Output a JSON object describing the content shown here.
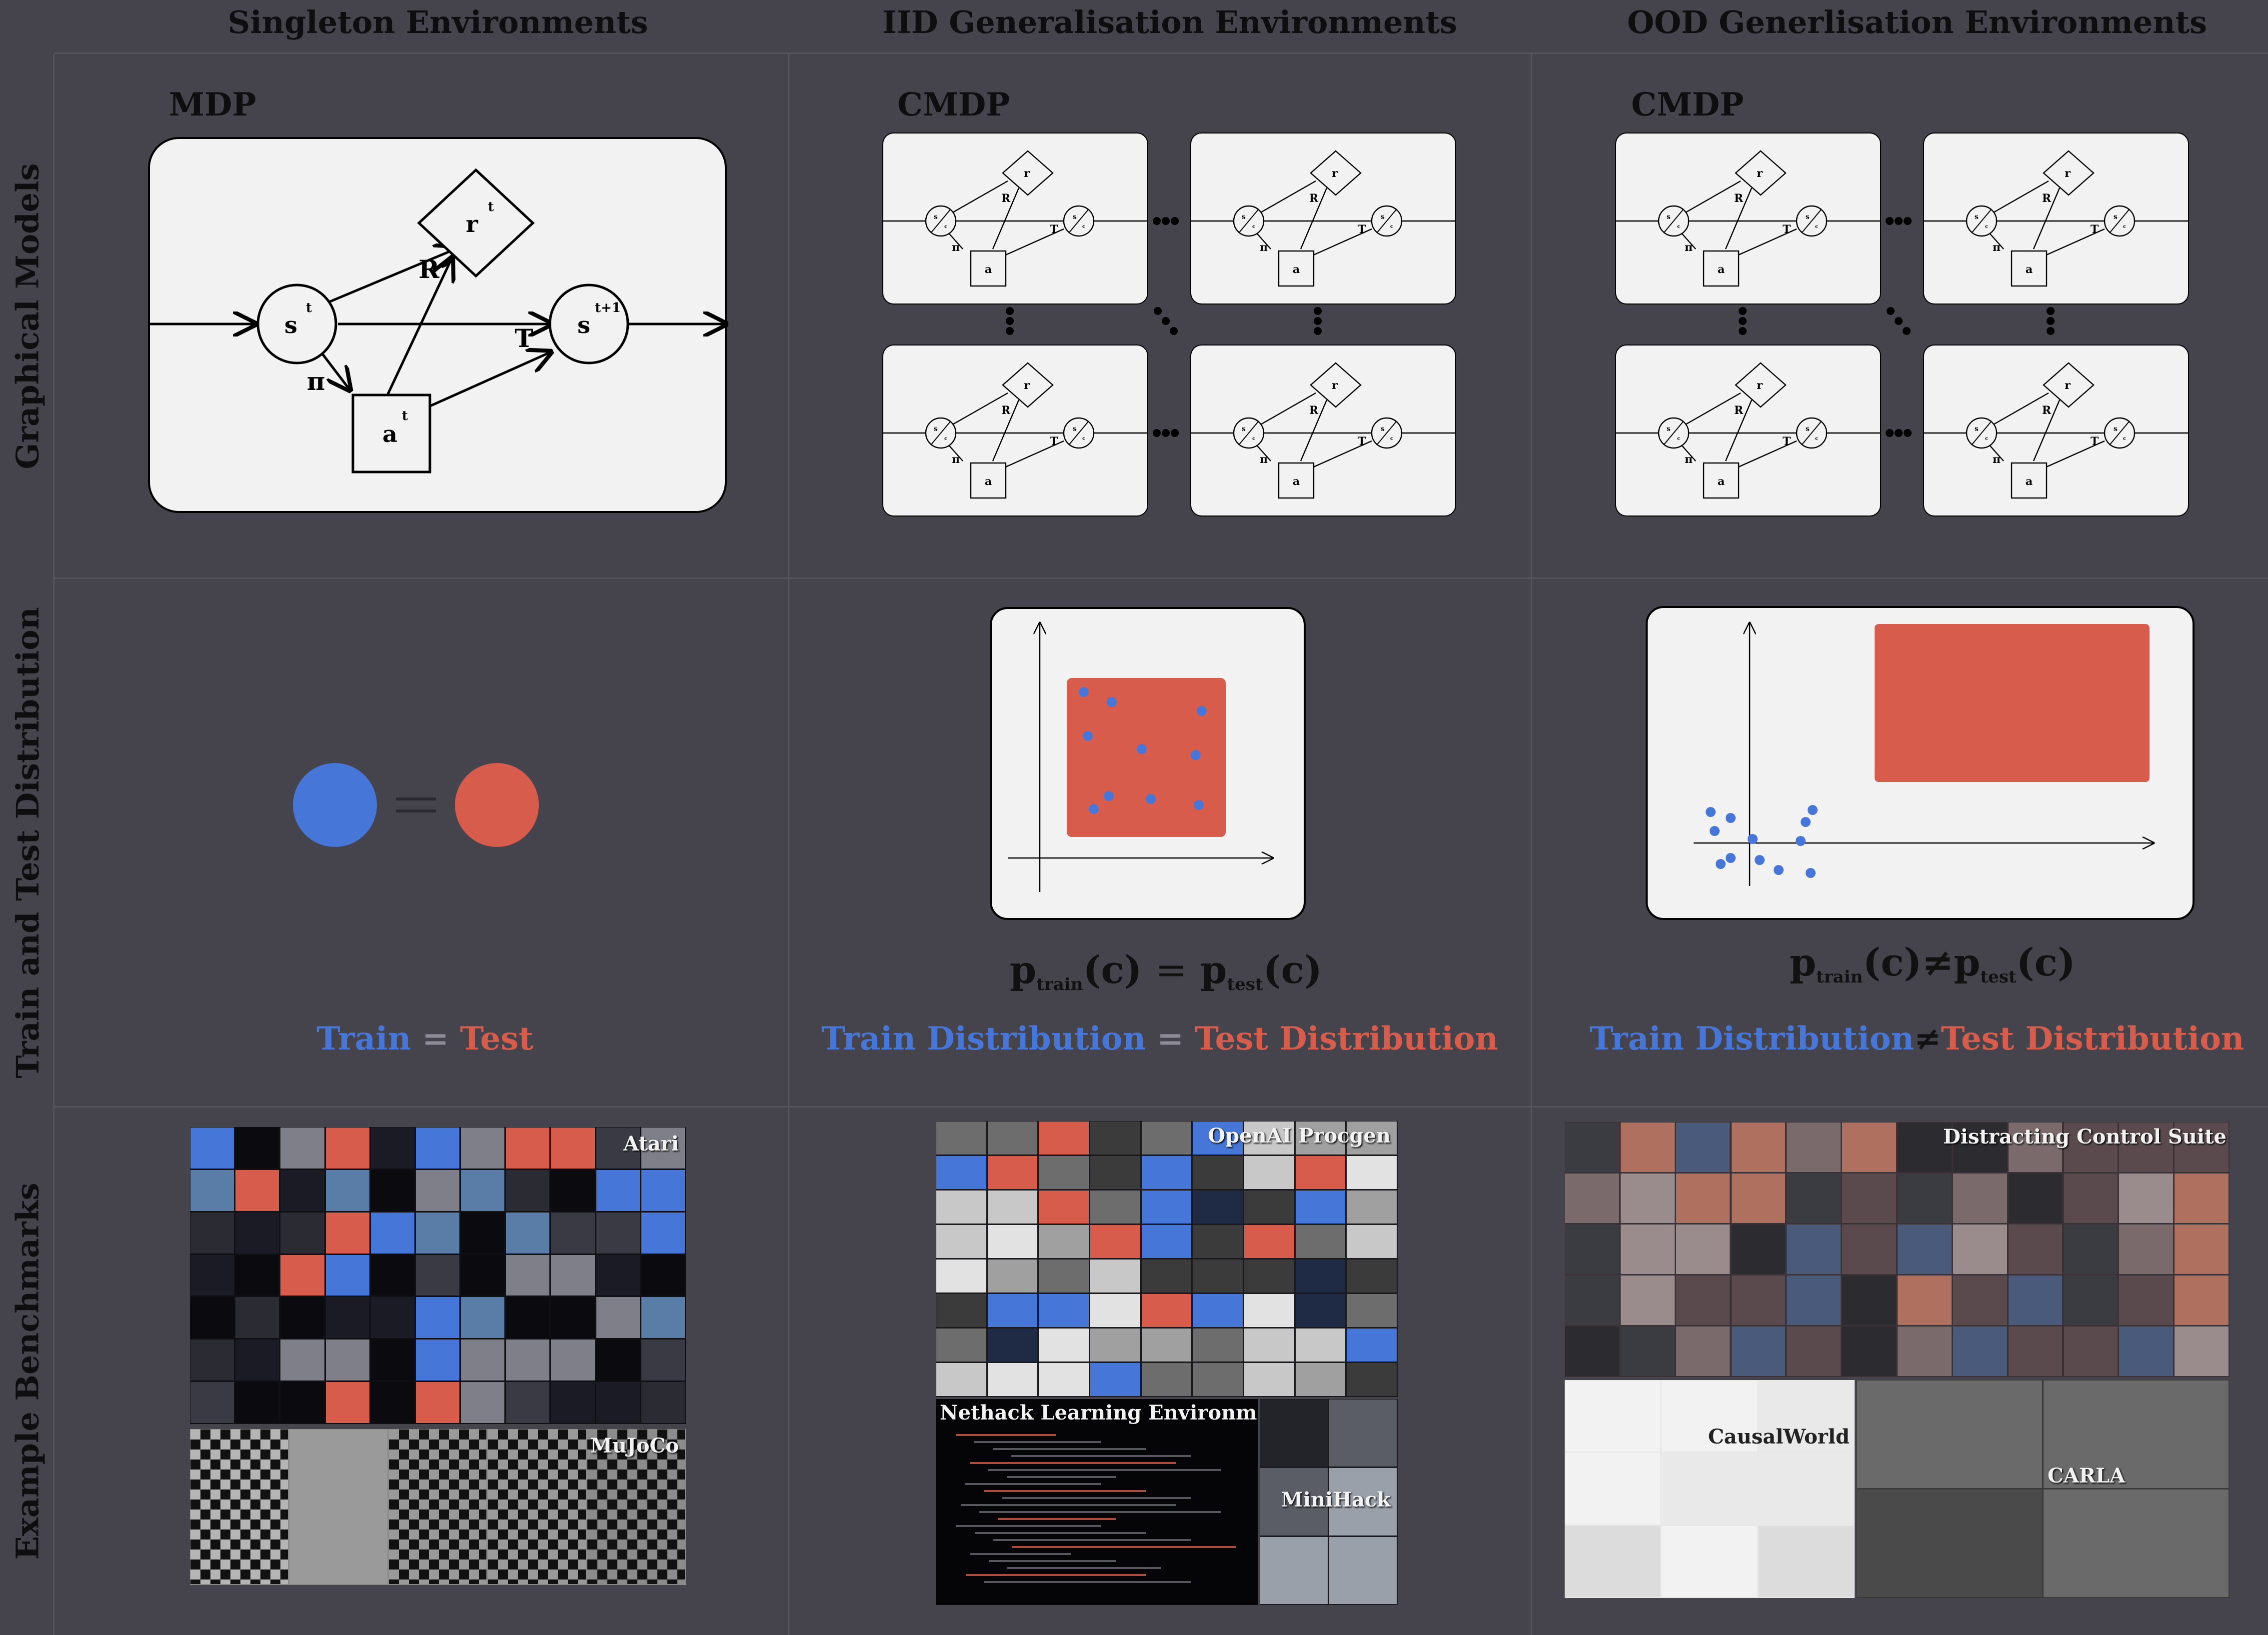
{
  "columns": [
    "Singleton Environments",
    "IID Generalisation Environments",
    "OOD Generlisation Environments"
  ],
  "rows": [
    "Graphical Models",
    "Train and Test Distribution",
    "Example Benchmarks"
  ],
  "models": {
    "singleton": "MDP",
    "iid": "CMDP",
    "ood": "CMDP"
  },
  "mdp_nodes": {
    "state": "s",
    "state_sup": "t",
    "next_state": "s",
    "next_state_sup": "t+1",
    "reward": "r",
    "reward_sup": "t",
    "action": "a",
    "action_sup": "t",
    "reward_edge": "R",
    "transition_edge": "T",
    "policy_edge": "π"
  },
  "mini_labels": {
    "reward": "r",
    "action": "a",
    "R": "R",
    "T": "T",
    "pi": "π"
  },
  "distribution": {
    "singleton": {
      "train": "Train",
      "eq": "=",
      "test": "Test"
    },
    "iid": {
      "formula_left": "p",
      "formula_left_sub": "train",
      "formula_arg": "(c)",
      "formula_eq": "=",
      "formula_right": "p",
      "formula_right_sub": "test",
      "train": "Train Distribution",
      "eq": "=",
      "test": "Test Distribution"
    },
    "ood": {
      "formula_left": "p",
      "formula_left_sub": "train",
      "formula_arg": "(c)",
      "formula_eq": "≠",
      "formula_right": "p",
      "formula_right_sub": "test",
      "train": "Train Distribution",
      "eq": "≠",
      "test": "Test Distribution"
    }
  },
  "benchmarks": {
    "singleton": [
      "Atari",
      "MuJoCo"
    ],
    "iid": [
      "OpenAI Procgen",
      "Nethack Learning Environment",
      "MiniHack"
    ],
    "ood": [
      "Distracting Control Suite",
      "CausalWorld",
      "CARLA"
    ]
  },
  "colors": {
    "background": "#45434c",
    "panel": "#f2f2f2",
    "train_blue": "#4677d8",
    "test_red": "#d75c4b"
  }
}
